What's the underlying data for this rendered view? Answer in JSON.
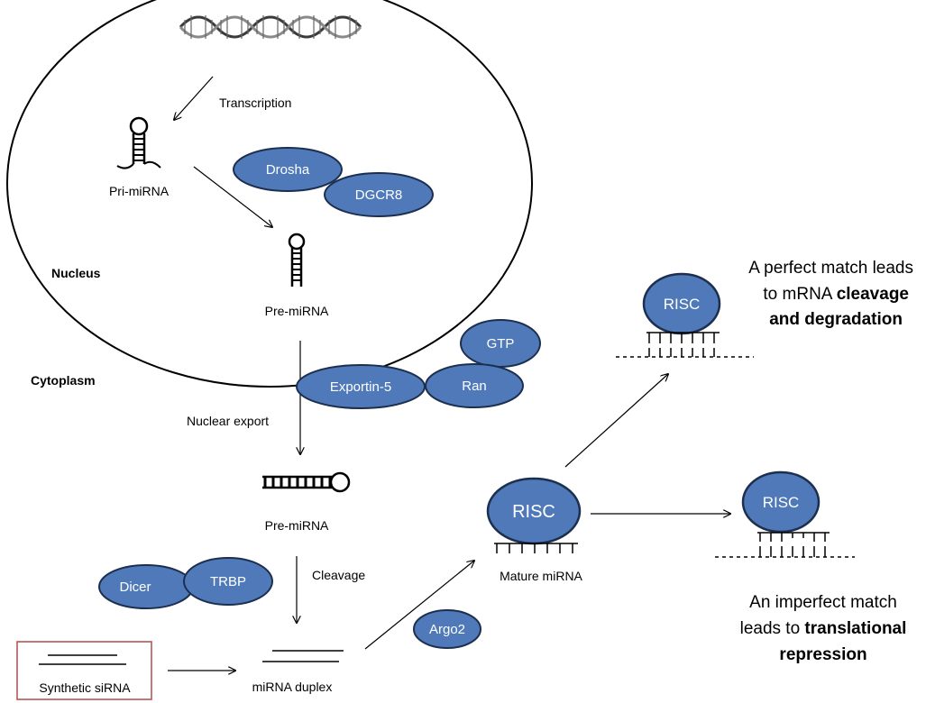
{
  "labels": {
    "transcription": "Transcription",
    "pri_mirna": "Pri-miRNA",
    "nucleus": "Nucleus",
    "pre_mirna_nucleus": "Pre-miRNA",
    "cytoplasm": "Cytoplasm",
    "nuclear_export": "Nuclear export",
    "pre_mirna_cytoplasm": "Pre-miRNA",
    "cleavage": "Cleavage",
    "synthetic_sirna": "Synthetic siRNA",
    "mirna_duplex": "miRNA duplex",
    "mature_mirna": "Mature miRNA"
  },
  "proteins": {
    "drosha": "Drosha",
    "dgcr8": "DGCR8",
    "gtp": "GTP",
    "exportin5": "Exportin-5",
    "ran": "Ran",
    "dicer": "Dicer",
    "trbp": "TRBP",
    "argo2": "Argo2",
    "risc_main": "RISC",
    "risc_perfect": "RISC",
    "risc_imperfect": "RISC"
  },
  "outcomes": {
    "perfect_line1": "A perfect match leads",
    "perfect_line2_pre": "to mRNA ",
    "perfect_line2_bold": "cleavage",
    "perfect_line3_bold": "and degradation",
    "imperfect_line1": "An imperfect match",
    "imperfect_line2_pre": "leads to ",
    "imperfect_line2_bold": "translational",
    "imperfect_line3_bold": "repression"
  },
  "colors": {
    "protein_fill": "#4f79b9",
    "protein_stroke": "#1c2f4f",
    "protein_text": "#ffffff",
    "sirna_box_border": "#b04a4a",
    "line": "#000000"
  }
}
